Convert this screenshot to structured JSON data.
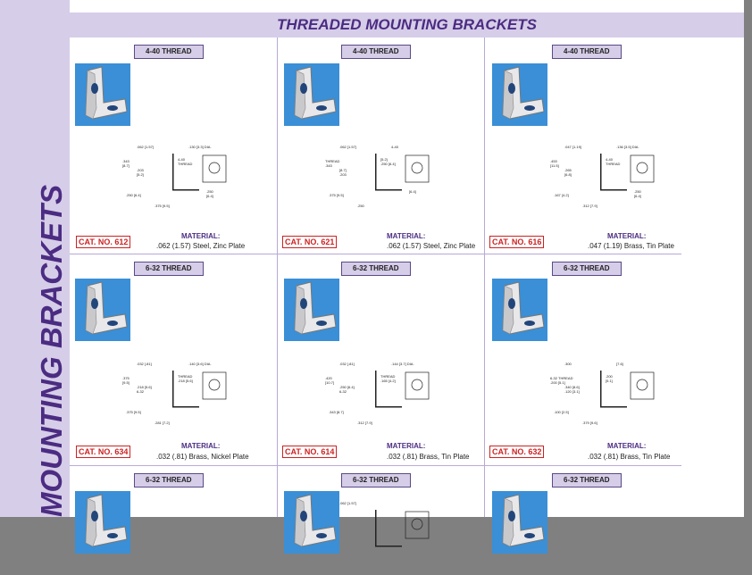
{
  "sidebar": {
    "title": "MOUNTING BRACKETS"
  },
  "header": {
    "title": "THREADED MOUNTING BRACKETS"
  },
  "material_label": "MATERIAL:",
  "products": [
    {
      "thread": "4-40 THREAD",
      "cat": "CAT. NO. 612",
      "material": ".062 (1.57) Steel, Zinc Plate",
      "dims": [
        ".062 [1.57]",
        ".130 [3.3] DIA.",
        ".343",
        "[8.7]",
        ".203",
        "[5.2]",
        "4-40",
        "THREAD",
        ".250 [6.4]",
        ".375 [9.5]",
        ".250",
        "[6.4]"
      ]
    },
    {
      "thread": "4-40 THREAD",
      "cat": "CAT. NO. 621",
      "material": ".062 (1.57) Steel, Zinc Plate",
      "dims": [
        ".062 [1.57]",
        "4-40",
        "THREAD",
        ".343",
        "[8.7]",
        ".203",
        "[5.2]",
        ".250 [6.4]",
        ".375 [9.5]",
        ".250",
        "[6.4]"
      ]
    },
    {
      "thread": "4-40 THREAD",
      "cat": "CAT. NO. 616",
      "material": ".047 (1.19) Brass, Tin Plate",
      "dims": [
        ".047 [1.19]",
        ".136 [3.5] DIA.",
        ".453",
        "[11.5]",
        ".265",
        "[6.8]",
        "4-40",
        "THREAD",
        ".167 [4.2]",
        ".312 [7.9]",
        ".250",
        "[6.4]"
      ]
    },
    {
      "thread": "6-32 THREAD",
      "cat": "CAT. NO. 634",
      "material": ".032 (.81) Brass, Nickel Plate",
      "dims": [
        ".032 [.81]",
        ".140 [3.6] DIA.",
        ".375",
        "[9.5]",
        ".218 [5.6]",
        "6-32",
        "THREAD",
        ".218 [5.6]",
        ".375 [9.5]",
        ".281 [7.2]"
      ]
    },
    {
      "thread": "6-32 THREAD",
      "cat": "CAT. NO. 614",
      "material": ".032 (.81) Brass, Tin Plate",
      "dims": [
        ".032 [.81]",
        ".144 [3.7] DIA.",
        ".420",
        "[10.7]",
        ".250 [6.4]",
        "6-32",
        "THREAD",
        ".165 [4.2]",
        ".343 [8.7]",
        ".312 [7.9]"
      ]
    },
    {
      "thread": "6-32 THREAD",
      "cat": "CAT. NO. 632",
      "material": ".032 (.81) Brass, Tin Plate",
      "dims": [
        ".300",
        "[7.6]",
        "6-32 THREAD",
        ".200 [5.1]",
        ".340 [8.6]",
        ".120 [3.1]",
        ".200",
        "[5.1]",
        ".100 [2.5]",
        ".379 [9.6]"
      ]
    },
    {
      "thread": "6-32 THREAD"
    },
    {
      "thread": "6-32 THREAD",
      "dims": [
        ".062 [1.57]"
      ]
    },
    {
      "thread": "6-32 THREAD"
    }
  ],
  "colors": {
    "accent": "#4b2c82",
    "lavender": "#d6cde8",
    "cat_red": "#c22",
    "photo_blue": "#3a8fd6"
  }
}
